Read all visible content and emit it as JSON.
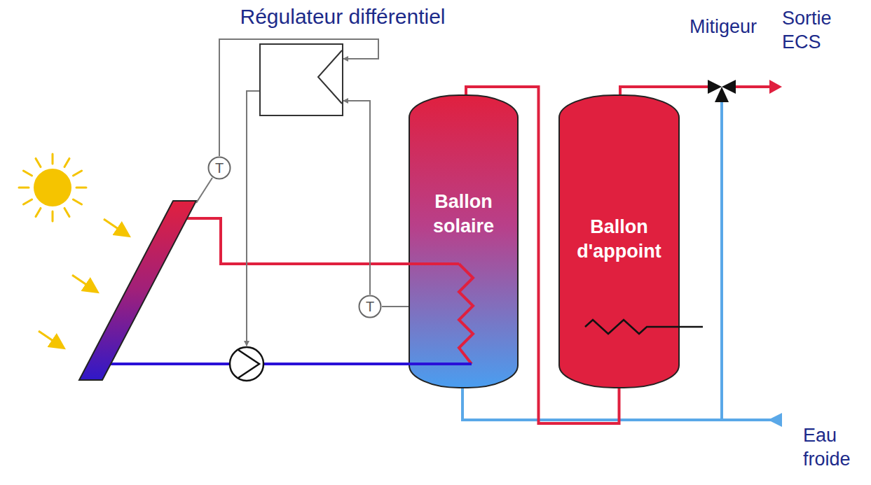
{
  "diagram": {
    "nodes": [
      {
        "text": [
          "Régulateur différentiel"
        ]
      },
      {
        "text": [
          "T"
        ]
      },
      {
        "text": [
          "Ballon solaire"
        ]
      },
      {
        "text": [
          "Ballon d'appoint"
        ]
      },
      {
        "text": [
          "T"
        ]
      }
    ],
    "edges": [
      {
        "from": 1,
        "to": 0,
        "arrow": "to"
      },
      {
        "from": 4,
        "to": 0,
        "arrow": "to"
      },
      {
        "from": 2,
        "to": 3,
        "arrow": "none"
      }
    ],
    "labels": [
      "Mitigeur",
      "Sortie ECS",
      "Eau froide"
    ]
  }
}
